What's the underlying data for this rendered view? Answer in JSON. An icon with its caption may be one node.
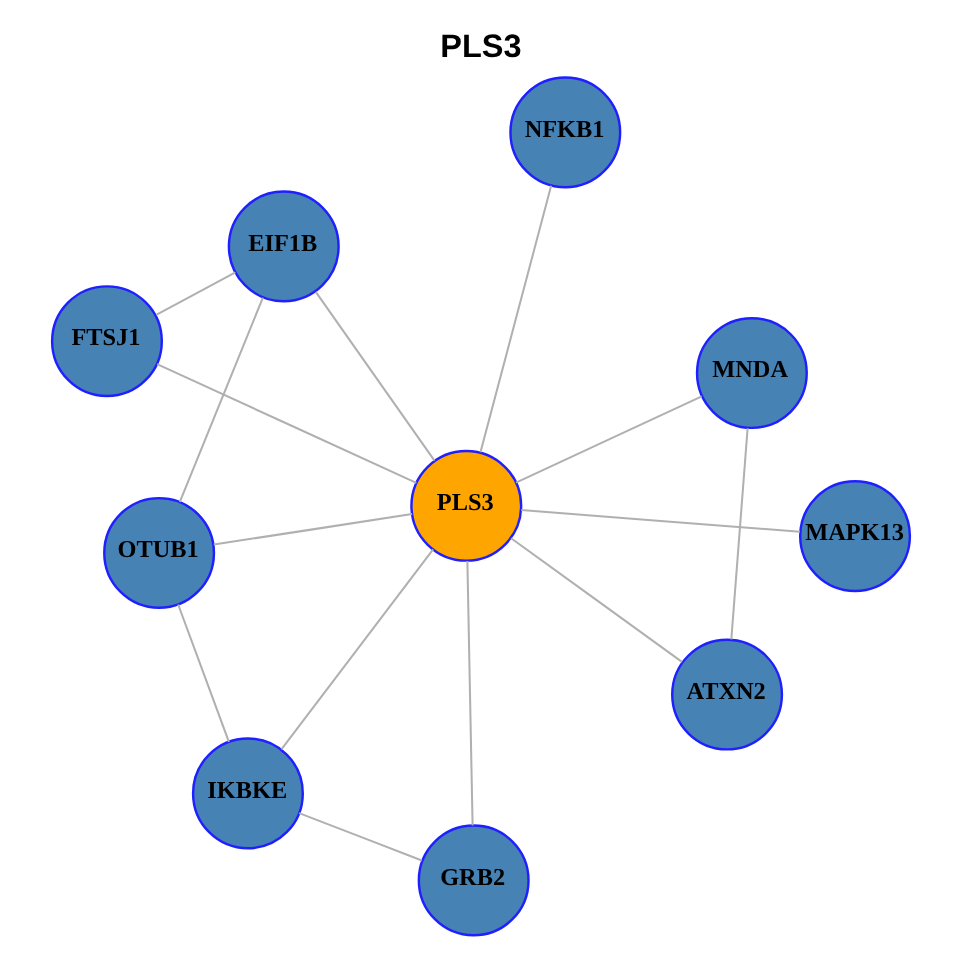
{
  "diagram": {
    "title": "PLS3",
    "nodes": [
      {
        "text": [
          "FTSJ1"
        ]
      },
      {
        "text": [
          "MNDA"
        ]
      },
      {
        "text": [
          "ATXN2"
        ]
      },
      {
        "text": [
          "EIF1B"
        ]
      },
      {
        "text": [
          "NFKB1"
        ]
      },
      {
        "text": [
          "PLS3"
        ]
      },
      {
        "text": [
          "OTUB1"
        ]
      },
      {
        "text": [
          "MAPK13"
        ]
      },
      {
        "text": [
          "IKBKE"
        ]
      },
      {
        "text": [
          "GRB2"
        ]
      }
    ],
    "edges": [
      {
        "from": 5,
        "to": 1,
        "arrow": "none"
      },
      {
        "from": 5,
        "to": 2,
        "arrow": "none"
      },
      {
        "from": 5,
        "to": 0,
        "arrow": "none"
      },
      {
        "from": 5,
        "to": 3,
        "arrow": "none"
      },
      {
        "from": 5,
        "to": 4,
        "arrow": "none"
      },
      {
        "from": 5,
        "to": 7,
        "arrow": "none"
      },
      {
        "from": 5,
        "to": 6,
        "arrow": "none"
      },
      {
        "from": 5,
        "to": 8,
        "arrow": "none"
      },
      {
        "from": 5,
        "to": 9,
        "arrow": "none"
      },
      {
        "from": 1,
        "to": 2,
        "arrow": "none"
      },
      {
        "from": 0,
        "to": 3,
        "arrow": "none"
      },
      {
        "from": 3,
        "to": 6,
        "arrow": "none"
      },
      {
        "from": 6,
        "to": 8,
        "arrow": "none"
      },
      {
        "from": 8,
        "to": 9,
        "arrow": "none"
      }
    ]
  }
}
